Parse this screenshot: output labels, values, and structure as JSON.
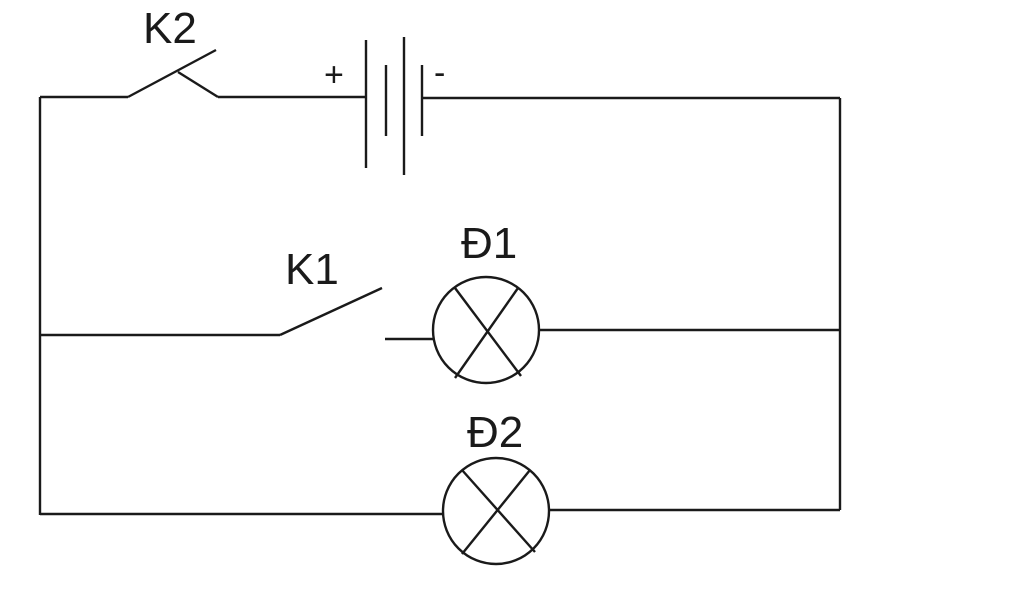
{
  "labels": {
    "switch_k2": "K2",
    "switch_k1": "K1",
    "lamp_d1": "Đ1",
    "lamp_d2": "Đ2",
    "battery_plus": "+",
    "battery_minus": "-"
  },
  "colors": {
    "stroke": "#1a1a1a",
    "background": "#ffffff"
  },
  "states": {
    "switch_k2": "open",
    "switch_k1": "open"
  }
}
